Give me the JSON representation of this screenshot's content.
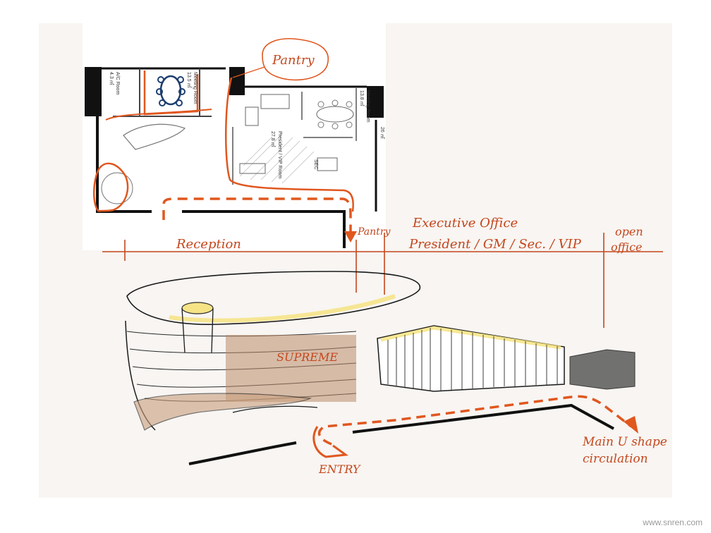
{
  "plan": {
    "pantry_bubble": "Pantry",
    "rooms": {
      "ac_room": "A/C Room",
      "ac_room_area": "4.3 ㎡",
      "meeting_small": "Meeting Room",
      "meeting_small_area": "13.5 ㎡",
      "meeting_large": "Meeting Room",
      "meeting_large_area": "13.8 ㎡",
      "president": "President / VIP Room",
      "president_area": "27.8 ㎡",
      "sec": "SEC",
      "area_26": "26 ㎡"
    }
  },
  "zones": {
    "reception": "Reception",
    "pantry": "Pantry",
    "executive_title": "Executive Office",
    "executive_sub": "President / GM / Sec. / VIP",
    "open_line1": "open",
    "open_line2": "office"
  },
  "perspective": {
    "brand": "SUPREME",
    "entry": "ENTRY",
    "circ_line1": "Main U shape",
    "circ_line2": "circulation"
  },
  "watermark": "www.snren.com",
  "colors": {
    "accent": "#e0571f",
    "ink": "#1a1a1a",
    "wall_wash": "#b98a6a",
    "highlight": "#f5e27a"
  }
}
